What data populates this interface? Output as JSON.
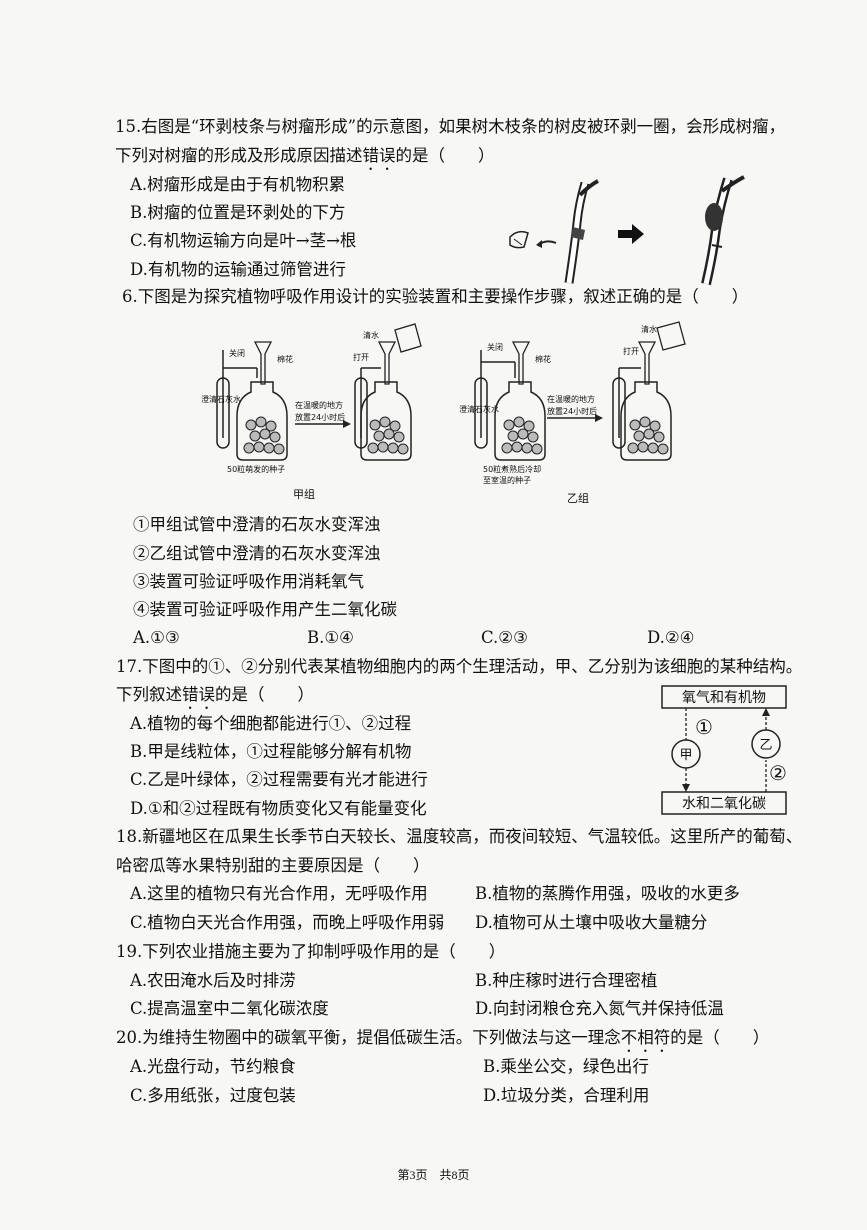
{
  "q15": {
    "stem_1": "15.右图是“环剥枝条与树瘤形成”的示意图，如果树木枝条的树皮被环剥一圈，会形成树瘤，",
    "stem_2a": "下列对树瘤的形成及形成原因描述",
    "stem_2b": "错误",
    "stem_2c": "的是（　　）",
    "A": "A.树瘤形成是由于有机物积累",
    "B": "B.树瘤的位置是环剥处的下方",
    "C": "C.有机物运输方向是叶→茎→根",
    "D": "D.有机物的运输通过筛管进行"
  },
  "q16": {
    "stem": "6.下图是为探究植物呼吸作用设计的实验装置和主要操作步骤，叙述正确的是（　　）",
    "fig": {
      "close": "关闭",
      "cotton": "棉花",
      "water": "清水",
      "open": "打开",
      "limewater": "澄清石灰水",
      "arrow_1": "在温暖的地方",
      "arrow_2": "放置24小时后",
      "seeds_a": "50粒萌发的种子",
      "seeds_b1": "50粒煮熟后冷却",
      "seeds_b2": "至室温的种子",
      "group_a": "甲组",
      "group_b": "乙组"
    },
    "s1": "①甲组试管中澄清的石灰水变浑浊",
    "s2": "②乙组试管中澄清的石灰水变浑浊",
    "s3": "③装置可验证呼吸作用消耗氧气",
    "s4": "④装置可验证呼吸作用产生二氧化碳",
    "A": "A.①③",
    "B": "B.①④",
    "C": "C.②③",
    "D": "D.②④"
  },
  "q17": {
    "stem_1": "17.下图中的①、②分别代表某植物细胞内的两个生理活动，甲、乙分别为该细胞的某种结构。",
    "stem_2a": "下列叙述",
    "stem_2b": "错误",
    "stem_2c": "的是（　　）",
    "A": "A.植物的每个细胞都能进行①、②过程",
    "B": "B.甲是线粒体，①过程能够分解有机物",
    "C": "C.乙是叶绿体，②过程需要有光才能进行",
    "D": "D.①和②过程既有物质变化又有能量变化",
    "fig": {
      "top": "氧气和有机物",
      "bottom": "水和二氧化碳",
      "n1": "①",
      "n2": "②",
      "jia": "甲",
      "yi": "乙"
    }
  },
  "q18": {
    "stem_1": "18.新疆地区在瓜果生长季节白天较长、温度较高，而夜间较短、气温较低。这里所产的葡萄、",
    "stem_2": "哈密瓜等水果特别甜的主要原因是（　　）",
    "A": "A.这里的植物只有光合作用，无呼吸作用",
    "B": "B.植物的蒸腾作用强，吸收的水更多",
    "C": "C.植物白天光合作用强，而晚上呼吸作用弱",
    "D": "D.植物可从土壤中吸收大量糖分"
  },
  "q19": {
    "stem": "19.下列农业措施主要为了抑制呼吸作用的是（　　）",
    "A": "A.农田淹水后及时排涝",
    "B": "B.种庄稼时进行合理密植",
    "C": "C.提高温室中二氧化碳浓度",
    "D": "D.向封闭粮仓充入氮气并保持低温"
  },
  "q20": {
    "stem_a": "20.为维持生物圈中的碳氧平衡，提倡低碳生活。下列做法与这一理念",
    "stem_b": "不相符",
    "stem_c": "的是（　　）",
    "A": "A.光盘行动，节约粮食",
    "B": "B.乘坐公交，绿色出行",
    "C": "C.多用纸张，过度包装",
    "D": "D.垃圾分类，合理利用"
  },
  "footer": "第3页　共8页"
}
